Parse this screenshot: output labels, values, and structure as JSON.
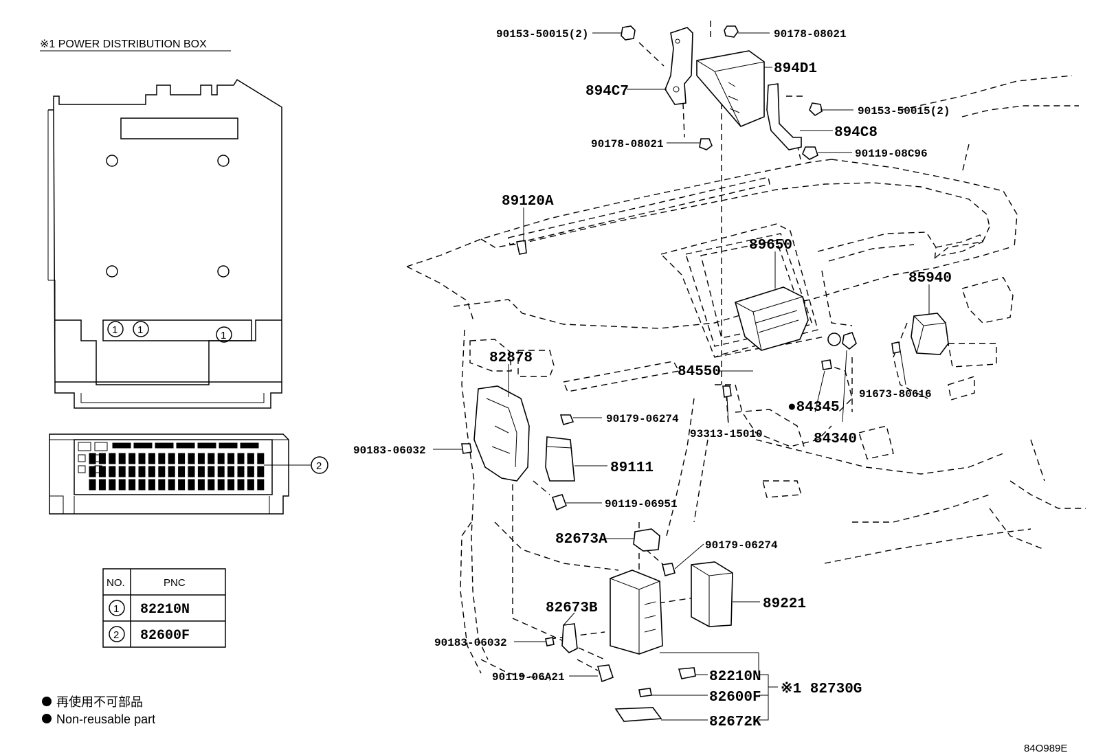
{
  "header": {
    "title": "※1  POWER DISTRIBUTION BOX"
  },
  "box_callouts": {
    "c1": "1",
    "c2": "2"
  },
  "pnc_table": {
    "headers": [
      "NO.",
      "PNC"
    ],
    "rows": [
      {
        "no": "1",
        "pnc": "82210N"
      },
      {
        "no": "2",
        "pnc": "82600F"
      }
    ]
  },
  "legend": {
    "jp": "再使用不可部品",
    "en": "Non-reusable part"
  },
  "diagram_id": "84O989E",
  "part_labels": {
    "p_90153_50015_a": "90153-50015(2)",
    "p_90178_08021_a": "90178-08021",
    "p_894d1": "894D1",
    "p_894c7": "894C7",
    "p_90153_50015_b": "90153-50015(2)",
    "p_894c8": "894C8",
    "p_90178_08021_b": "90178-08021",
    "p_90119_08c96": "90119-08C96",
    "p_89120a": "89120A",
    "p_89650": "89650",
    "p_85940": "85940",
    "p_82878": "82878",
    "p_84550": "84550",
    "p_90179_06274_a": "90179-06274",
    "p_84345": "●84345",
    "p_91673_80616": "91673-80616",
    "p_93313_15010": "93313-15010",
    "p_84340": "84340",
    "p_90183_06032_a": "90183-06032",
    "p_89111": "89111",
    "p_90119_06951": "90119-06951",
    "p_82673a": "82673A",
    "p_90179_06274_b": "90179-06274",
    "p_82673b": "82673B",
    "p_89221": "89221",
    "p_90183_06032_b": "90183-06032",
    "p_82210n": "82210N",
    "p_90119_06a21": "90119-06A21",
    "p_82600f": "82600F",
    "p_82730g": "※1 82730G",
    "p_82672k": "82672K"
  }
}
